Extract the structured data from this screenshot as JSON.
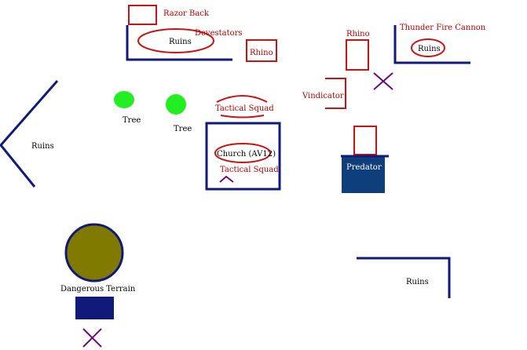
{
  "colors": {
    "navy": "#0f1a7a",
    "red": "#cc1111",
    "label_red": "#b00000",
    "tree_green": "#22ee22",
    "olive": "#807a00",
    "purple": "#6a0a78",
    "predator_fill": "#0f3f7a"
  },
  "labels": {
    "razor_back": "Razor Back",
    "devestators": "Devestators",
    "ruins_top_left": "Ruins",
    "rhino_left": "Rhino",
    "rhino_right": "Rhino",
    "thunder_fire_cannon": "Thunder Fire Cannon",
    "ruins_top_right": "Ruins",
    "vindicator": "Vindicator",
    "tactical_squad_top": "Tactical Squad",
    "church": "Church (AV12)",
    "tactical_squad_inside": "Tactical Squad",
    "predator": "Predator",
    "tree_1": "Tree",
    "tree_2": "Tree",
    "ruins_left": "Ruins",
    "dangerous_terrain": "Dangerous Terrain",
    "ruins_bottom_right": "Ruins"
  }
}
